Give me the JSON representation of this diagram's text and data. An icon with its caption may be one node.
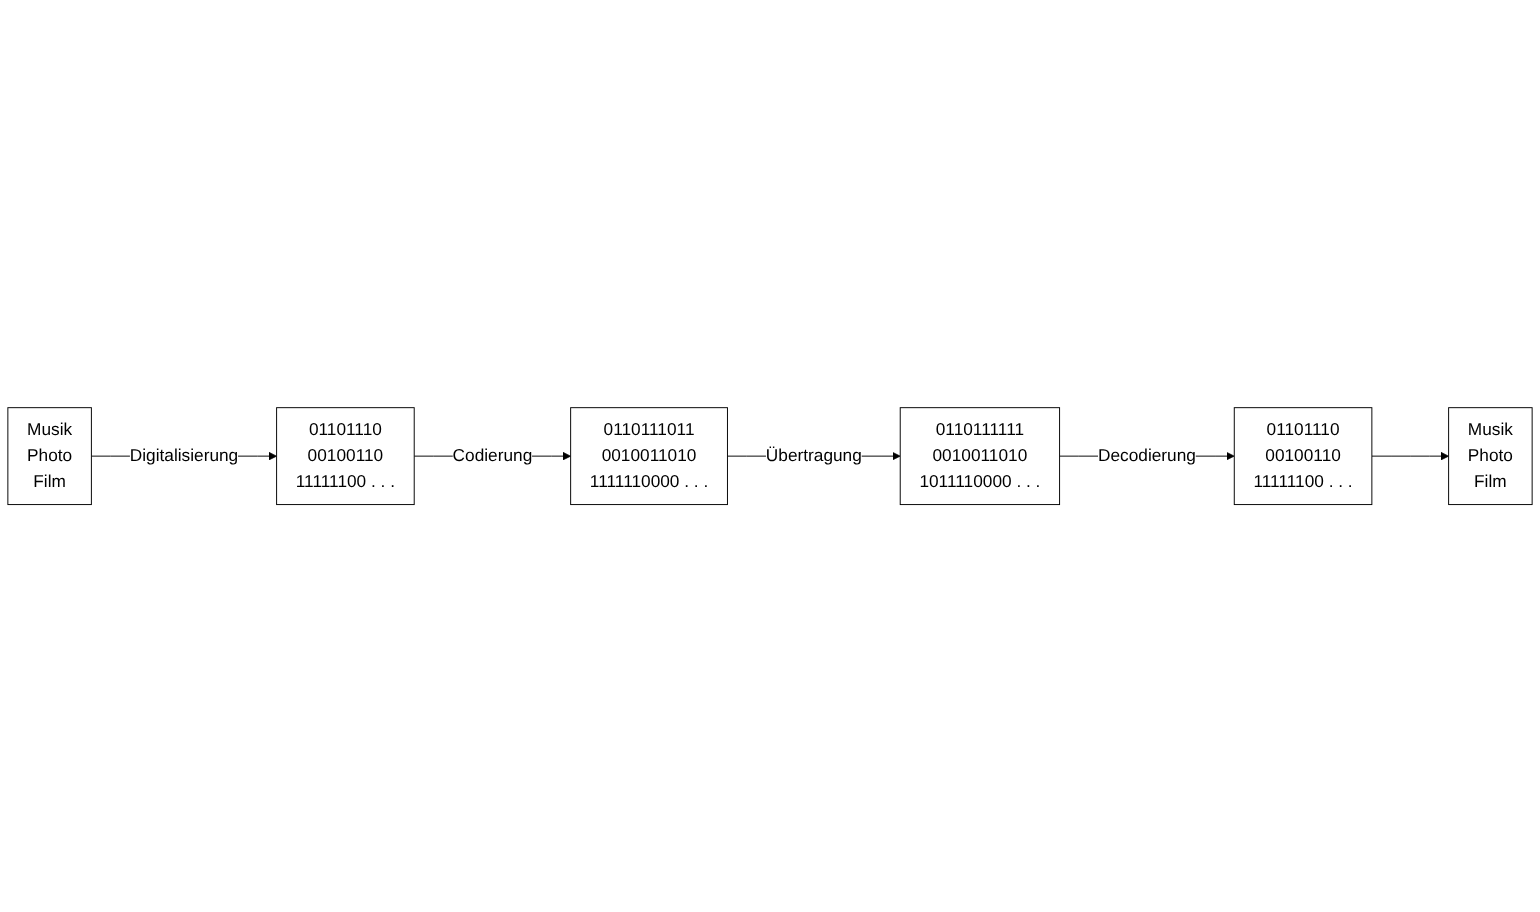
{
  "diagram": {
    "nodes": [
      {
        "text": [
          "Musik Photo Film"
        ]
      },
      {
        "text": [
          "01101110 00100110 11111100 . . ."
        ]
      },
      {
        "text": [
          "0110111011 0010011010 1111110000 . . ."
        ]
      },
      {
        "text": [
          "0110111111 0010011010 1011110000 . . ."
        ]
      },
      {
        "text": [
          "01101110 00100110 11111100 . . ."
        ]
      },
      {
        "text": [
          "Musik Photo Film"
        ]
      }
    ],
    "edges": [
      {
        "from": 0,
        "to": 1,
        "arrow": "to",
        "label": "Digitalisierung"
      },
      {
        "from": 1,
        "to": 2,
        "arrow": "to",
        "label": "Codierung"
      },
      {
        "from": 2,
        "to": 3,
        "arrow": "to",
        "label": "Übertragung"
      },
      {
        "from": 3,
        "to": 4,
        "arrow": "to",
        "label": "Decodierung"
      },
      {
        "from": 4,
        "to": 5,
        "arrow": "to"
      }
    ]
  }
}
